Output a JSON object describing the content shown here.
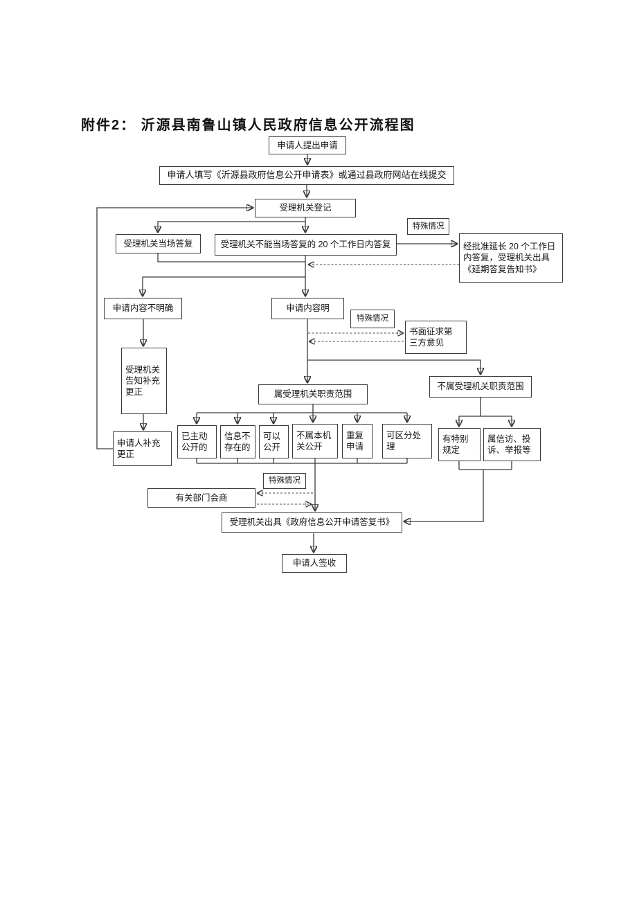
{
  "document": {
    "title": "附件2： 沂源县南鲁山镇人民政府信息公开流程图"
  },
  "flowchart": {
    "nodes": {
      "start": {
        "label": "申请人提出申请"
      },
      "fill_form": {
        "label": "申请人填写《沂源县政府信息公开申请表》或通过县政府网站在线提交"
      },
      "register": {
        "label": "受理机关登记"
      },
      "onspot_reply": {
        "label": "受理机关当场答复"
      },
      "reply_20days": {
        "label": "受理机关不能当场答复的 20 个工作日内答复"
      },
      "special_case_1": {
        "label": "特殊情况"
      },
      "extension": {
        "label": "经批准延长 20 个工作日\n内答复，受理机关出具\n《延期答复告知书》"
      },
      "content_unclear": {
        "label": "申请内容不明确"
      },
      "content_clear": {
        "label": "申请内容明"
      },
      "special_case_2": {
        "label": "特殊情况"
      },
      "third_party": {
        "label": "书面征求第\n三方意见"
      },
      "notify_supplement": {
        "label": "受理机关\n告知补充\n更正"
      },
      "applicant_supplement": {
        "label": "申请人补充\n更正"
      },
      "in_scope": {
        "label": "属受理机关职责范围"
      },
      "out_scope": {
        "label": "不属受理机关职责范围"
      },
      "proactive": {
        "label": "已主动\n公开的"
      },
      "nonexistent": {
        "label": "信息不\n存在的"
      },
      "can_open": {
        "label": "可以\n公开"
      },
      "not_this_org": {
        "label": "不属本机\n关公开"
      },
      "duplicate": {
        "label": "重复\n申请"
      },
      "separable": {
        "label": "可区分处\n理"
      },
      "special_rule": {
        "label": "有特别\n规定"
      },
      "petition": {
        "label": "属信访、投\n诉、举报等"
      },
      "special_case_3": {
        "label": "特殊情况"
      },
      "consult": {
        "label": "有关部门会商"
      },
      "reply_doc": {
        "label": "受理机关出具《政府信息公开申请答复书》"
      },
      "sign": {
        "label": "申请人签收"
      }
    }
  },
  "colors": {
    "page_background": "#ffffff",
    "line": "#3a3a3a",
    "text": "#161616"
  }
}
